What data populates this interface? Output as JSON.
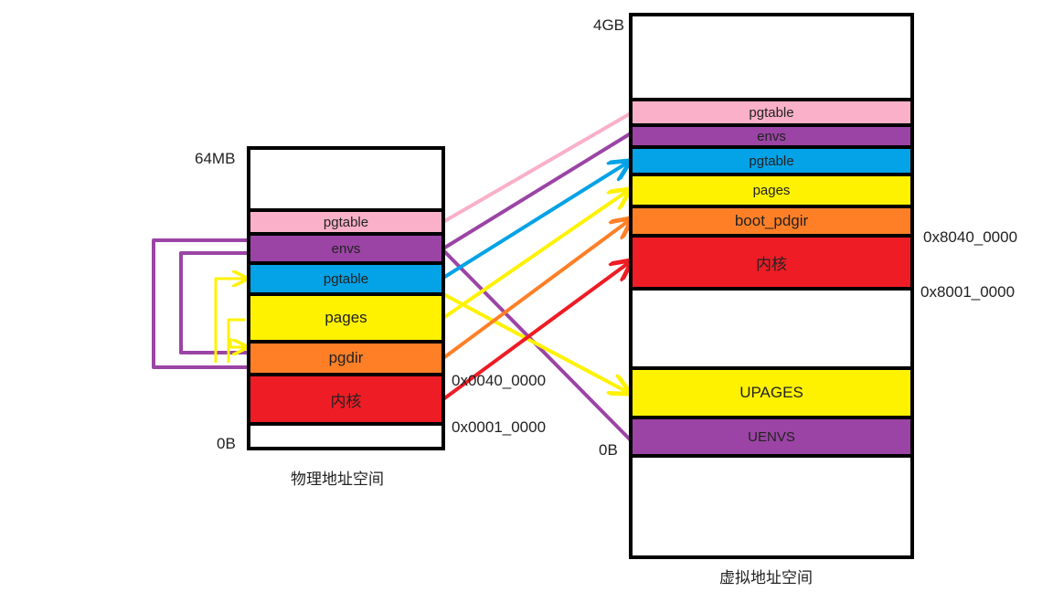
{
  "colors": {
    "pink": "#f9b0c8",
    "purple": "#9b44a5",
    "blue": "#04a2e6",
    "yellow": "#fff200",
    "orange": "#ff7f27",
    "red": "#ee1c24"
  },
  "physical": {
    "caption": "物理地址空间",
    "top_label": "64MB",
    "bottom_label": "0B",
    "addr_0040": "0x0040_0000",
    "addr_0001": "0x0001_0000",
    "segments": [
      {
        "key": "pgtable_pink",
        "label": "pgtable",
        "color": "pink"
      },
      {
        "key": "envs",
        "label": "envs",
        "color": "purple"
      },
      {
        "key": "pgtable_blue",
        "label": "pgtable",
        "color": "blue"
      },
      {
        "key": "pages",
        "label": "pages",
        "color": "yellow"
      },
      {
        "key": "pgdir",
        "label": "pgdir",
        "color": "orange"
      },
      {
        "key": "kernel",
        "label": "内核",
        "color": "red"
      }
    ]
  },
  "virtual": {
    "caption": "虚拟地址空间",
    "top_label": "4GB",
    "bottom_label": "0B",
    "addr_8040": "0x8040_0000",
    "addr_8001": "0x8001_0000",
    "segments": [
      {
        "key": "pgtable_pink",
        "label": "pgtable",
        "color": "pink"
      },
      {
        "key": "envs",
        "label": "envs",
        "color": "purple"
      },
      {
        "key": "pgtable_blue",
        "label": "pgtable",
        "color": "blue"
      },
      {
        "key": "pages",
        "label": "pages",
        "color": "yellow"
      },
      {
        "key": "boot_pdgir",
        "label": "boot_pdgir",
        "color": "orange"
      },
      {
        "key": "kernel",
        "label": "内核",
        "color": "red"
      },
      {
        "key": "upages",
        "label": "UPAGES",
        "color": "yellow"
      },
      {
        "key": "uenvs",
        "label": "UENVS",
        "color": "purple"
      }
    ]
  }
}
